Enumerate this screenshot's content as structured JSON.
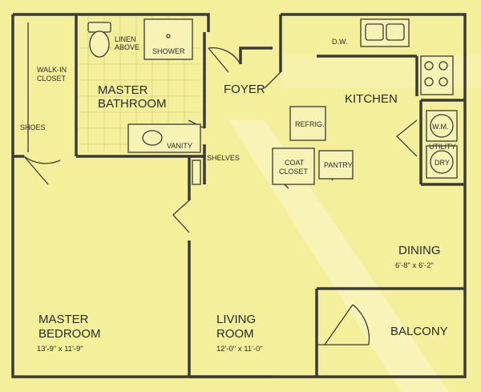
{
  "plan": {
    "rooms": {
      "walk_in_closet": "WALK-IN\nCLOSET",
      "shoes": "SHOES",
      "linen": "LINEN\nABOVE",
      "shower": "SHOWER",
      "master_bathroom": "MASTER\nBATHROOM",
      "vanity": "VANITY",
      "foyer": "FOYER",
      "shelves": "SHELVES",
      "dw": "D.W.",
      "kitchen": "KITCHEN",
      "refrig": "REFRIG.",
      "coat_closet": "COAT\nCLOSET",
      "pantry": "PANTRY",
      "wm": "W.M.",
      "utility": "UTILITY",
      "dry": "DRY",
      "dining": "DINING",
      "dining_dim": "6'-8\" x 6'-2\"",
      "master_bedroom": "MASTER\nBEDROOM",
      "master_bedroom_dim": "13'-9\" x 11'-9\"",
      "living_room": "LIVING\nROOM",
      "living_room_dim": "12'-0\" x 11'-0\"",
      "balcony": "BALCONY"
    },
    "colors": {
      "background": "#f4ef9a",
      "wall": "#3a3a3a",
      "text": "#2b2b2b"
    }
  }
}
